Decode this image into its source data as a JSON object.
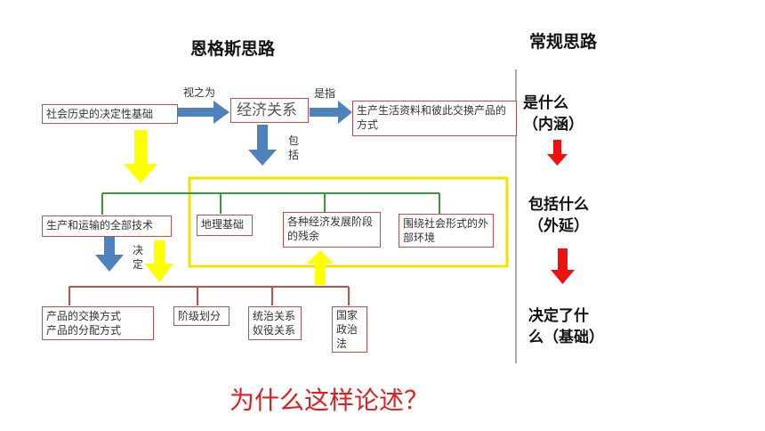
{
  "headings": {
    "left": "恩格斯思路",
    "right": "常规思路"
  },
  "boxes": {
    "social_base": "社会历史的决定性基础",
    "economic_relations": "经济关系",
    "production_exchange": "生产生活资料和彼此交换产品的方式",
    "production_tech": "生产和运输的全部技术",
    "geo_base": "地理基础",
    "economic_remnants": "各种经济发展阶段的残余",
    "external_env": "围绕社会形式的外部环境",
    "exchange_distribution_line1": "产品的交换方式",
    "exchange_distribution_line2": "产品的分配方式",
    "class_division": "阶级划分",
    "rule_relations_line1": "统治关系",
    "rule_relations_line2": "奴役关系",
    "state_politics_law": "国家政治法"
  },
  "labels": {
    "regarded_as": "视之为",
    "refers_to": "是指",
    "includes": "包括",
    "decides": "决定"
  },
  "right_column": {
    "what_line1": "是什么",
    "what_line2": "（内涵）",
    "include_line1": "包括什么",
    "include_line2": "（外延）",
    "decide_line1": "决定了什",
    "decide_line2": "么（基础）"
  },
  "question": "为什么这样论述？",
  "colors": {
    "blue_arrow": "#4f81bd",
    "yellow_arrow": "#ffff00",
    "red_arrow": "#ee1111",
    "green_line": "#3a9a3a",
    "red_line": "#c0504d",
    "yellow_frame": "#f2e200",
    "question_text": "#e02020"
  }
}
